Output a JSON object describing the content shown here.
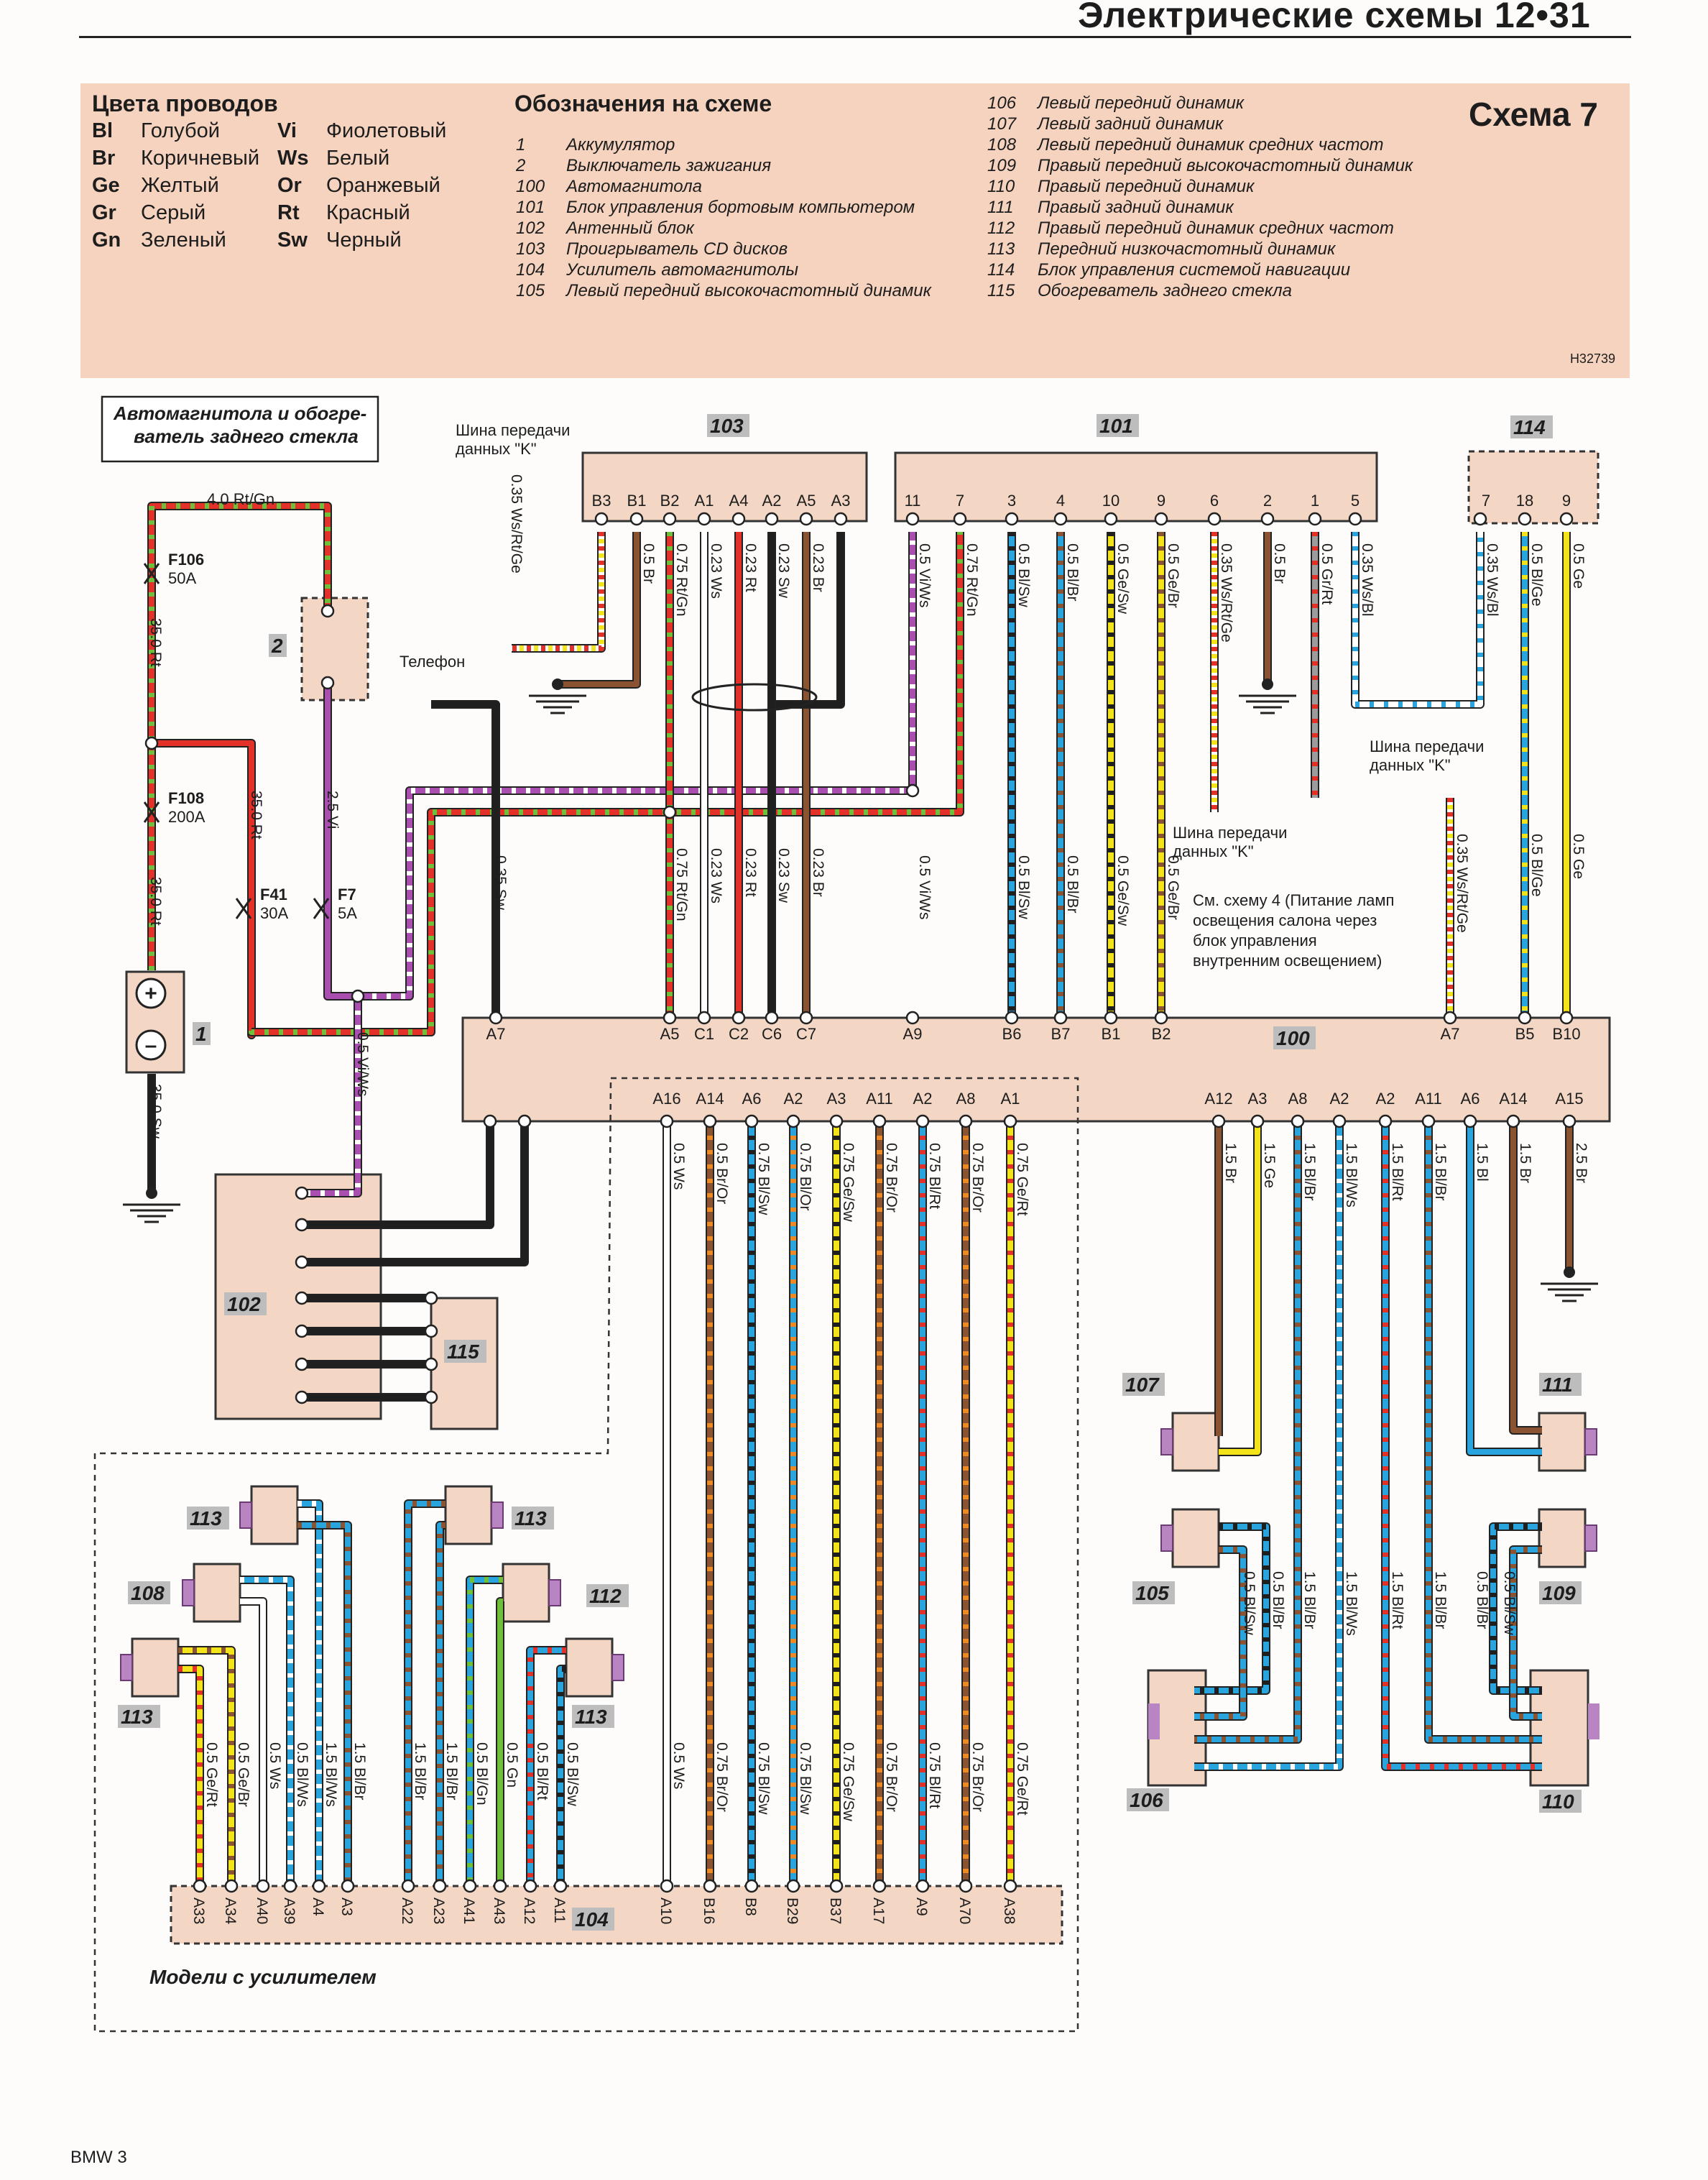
{
  "header": {
    "title": "Электрические схемы 12•31"
  },
  "legend": {
    "scheme_label": "Схема 7",
    "code": "H32739",
    "colors_title": "Цвета проводов",
    "colors_left": [
      {
        "code": "Bl",
        "name": "Голубой"
      },
      {
        "code": "Br",
        "name": "Коричневый"
      },
      {
        "code": "Ge",
        "name": "Желтый"
      },
      {
        "code": "Gr",
        "name": "Серый"
      },
      {
        "code": "Gn",
        "name": "Зеленый"
      }
    ],
    "colors_right": [
      {
        "code": "Vi",
        "name": "Фиолетовый"
      },
      {
        "code": "Ws",
        "name": "Белый"
      },
      {
        "code": "Or",
        "name": "Оранжевый"
      },
      {
        "code": "Rt",
        "name": "Красный"
      },
      {
        "code": "Sw",
        "name": "Черный"
      }
    ],
    "designations_title": "Обозначения на схеме",
    "designations": [
      {
        "num": "1",
        "text": "Аккумулятор"
      },
      {
        "num": "2",
        "text": "Выключатель зажигания"
      },
      {
        "num": "100",
        "text": "Автомагнитола"
      },
      {
        "num": "101",
        "text": "Блок управления бортовым компьютером"
      },
      {
        "num": "102",
        "text": "Антенный блок"
      },
      {
        "num": "103",
        "text": "Проигрыватель CD дисков"
      },
      {
        "num": "104",
        "text": "Усилитель автомагнитолы"
      },
      {
        "num": "105",
        "text": "Левый передний высокочастотный динамик"
      }
    ],
    "designations2": [
      {
        "num": "106",
        "text": "Левый передний динамик"
      },
      {
        "num": "107",
        "text": "Левый задний динамик"
      },
      {
        "num": "108",
        "text": "Левый передний динамик средних частот"
      },
      {
        "num": "109",
        "text": "Правый передний высокочастотный динамик"
      },
      {
        "num": "110",
        "text": "Правый передний динамик"
      },
      {
        "num": "111",
        "text": "Правый задний динамик"
      },
      {
        "num": "112",
        "text": "Правый передний динамик средних частот"
      },
      {
        "num": "113",
        "text": "Передний низкочастотный динамик"
      },
      {
        "num": "114",
        "text": "Блок управления системой навигации"
      },
      {
        "num": "115",
        "text": "Обогреватель заднего стекла"
      }
    ]
  },
  "diagram": {
    "section_title": [
      "Автомагнитола и обогре-",
      "ватель заднего стекла"
    ],
    "kbus_top": [
      "Шина передачи",
      "данных \"K\""
    ],
    "kbus_mid": [
      "Шина передачи",
      "данных \"K\""
    ],
    "kbus_right": [
      "Шина передачи",
      "данных \"K\""
    ],
    "telefon": "Телефон",
    "note": [
      "См. схему 4 (Питание ламп",
      "освещения салона через",
      "блок управления",
      "внутренним освещением)"
    ],
    "amp_models": "Модели с усилителем",
    "components": {
      "c1": "1",
      "c2": "2",
      "c100": "100",
      "c101": "101",
      "c102": "102",
      "c103": "103",
      "c104": "104",
      "c105": "105",
      "c106": "106",
      "c107": "107",
      "c108": "108",
      "c109": "109",
      "c110": "110",
      "c111": "111",
      "c112": "112",
      "c113": "113",
      "c114": "114",
      "c115": "115"
    },
    "fuses": [
      {
        "id": "F106",
        "rating": "50A"
      },
      {
        "id": "F108",
        "rating": "200A"
      },
      {
        "id": "F41",
        "rating": "30A"
      },
      {
        "id": "F7",
        "rating": "5A"
      }
    ],
    "pins_103": [
      "B3",
      "B1",
      "B2",
      "A1",
      "A4",
      "A2",
      "A5",
      "A3"
    ],
    "pins_101": [
      "11",
      "7",
      "3",
      "4",
      "10",
      "9",
      "6",
      "2",
      "1",
      "5"
    ],
    "pins_114": [
      "7",
      "18",
      "9"
    ],
    "pins_100_top": [
      "A7",
      "A5",
      "C1",
      "C2",
      "C6",
      "C7",
      "A9",
      "B6",
      "B7",
      "B1",
      "B2",
      "A7",
      "B5",
      "B10"
    ],
    "pins_100_bottom_l": [
      "A16",
      "A14",
      "A6",
      "A2",
      "A3",
      "A11",
      "A2",
      "A8",
      "A1"
    ],
    "pins_100_bottom_r": [
      "A12",
      "A3",
      "A8",
      "A2",
      "A2",
      "A11",
      "A6",
      "A14",
      "A15"
    ],
    "pins_104": [
      "A33",
      "A34",
      "A40",
      "A39",
      "A4",
      "A3",
      "A22",
      "A23",
      "A41",
      "A43",
      "A12",
      "A11",
      "A10",
      "B16",
      "B8",
      "B29",
      "B37",
      "A17",
      "A9",
      "A70",
      "A38"
    ],
    "wires": {
      "w_bat": "4.0 Rt/Gn",
      "w_f106": "35.0 Rt",
      "w_f108": "35.0 Rt",
      "w_f41": "35.0 Rt",
      "w_f7": "2.5 Vi",
      "w_gnd1": "35.0 Sw",
      "w_102": "0.5 Vi/Ws",
      "w_tel": "0.35 Sw",
      "w_kb1": "0.35 Ws/Rt/Ge",
      "w_103": [
        "0.5 Br",
        "0.75 Rt/Gn",
        "0.23 Ws",
        "0.23 Rt",
        "0.23 Sw",
        "0.23 Br"
      ],
      "w_103_low": [
        "0.75 Rt/Gn",
        "0.23 Ws",
        "0.23 Rt",
        "0.23 Sw",
        "0.23 Br"
      ],
      "w_101": [
        "0.5 Vi/Ws",
        "0.75 Rt/Gn",
        "0.5 Bl/Sw",
        "0.5 Bl/Br",
        "0.5 Ge/Sw",
        "0.5 Ge/Br",
        "0.35 Ws/Rt/Ge",
        "0.5 Br",
        "0.5 Gr/Rt",
        "0.35 Ws/Bl"
      ],
      "w_101_low": [
        "0.5 Vi/Ws",
        "0.5 Bl/Sw",
        "0.5 Bl/Br",
        "0.5 Ge/Sw",
        "0.5 Ge/Br"
      ],
      "w_114": [
        "0.35 Ws/Bl",
        "0.5 Bl/Ge",
        "0.5 Ge"
      ],
      "w_114_low": [
        "0.35 Ws/Rt/Ge",
        "0.5 Bl/Ge",
        "0.5 Ge"
      ],
      "w_bl": [
        "0.5 Ws",
        "0.5 Br/Or",
        "0.75 Bl/Sw",
        "0.75 Bl/Or",
        "0.75 Ge/Sw",
        "0.75 Br/Or",
        "0.75 Bl/Rt",
        "0.75 Br/Or",
        "0.75 Ge/Rt"
      ],
      "w_br": [
        "1.5 Br",
        "1.5 Ge",
        "1.5 Bl/Br",
        "1.5 Bl/Ws",
        "1.5 Bl/Rt",
        "1.5 Bl/Br",
        "1.5 Bl",
        "1.5 Br",
        "2.5 Br"
      ],
      "w_br_low": [
        "0.5 Bl/Sw",
        "0.5 Bl/Br",
        "1.5 Bl/Br",
        "1.5 Bl/Ws",
        "1.5 Bl/Rt",
        "1.5 Bl/Br",
        "0.5 Bl/Br",
        "0.5 Bl/Sw"
      ],
      "w_104": [
        "0.5 Ge/Rt",
        "0.5 Ge/Br",
        "0.5 Ws",
        "0.5 Bl/Ws",
        "1.5 Bl/Ws",
        "1.5 Bl/Br",
        "1.5 Bl/Br",
        "1.5 Bl/Br",
        "0.5 Bl/Gn",
        "0.5 Gn",
        "0.5 Bl/Rt",
        "0.5 Bl/Sw",
        "0.5 Ws",
        "0.75 Br/Or",
        "0.75 Bl/Sw",
        "0.75 Bl/Sw",
        "0.75 Ge/Sw",
        "0.75 Br/Or",
        "0.75 Bl/Rt",
        "0.75 Br/Or",
        "0.75 Ge/Rt"
      ]
    }
  },
  "footer": {
    "text": "BMW 3"
  },
  "colors": {
    "legend_bg": "#f6d3bf",
    "component_fill": "#f3d6c4",
    "Rt": "#e3312a",
    "Gn": "#6fbf3a",
    "Vi": "#a94fb0",
    "Ws": "#ffffff",
    "Sw": "#1f1f1f",
    "Br": "#8a5433",
    "Bl": "#2aa4dc",
    "Ge": "#f2e31b",
    "Gr": "#9c9c9c",
    "Or": "#ee8a24"
  }
}
